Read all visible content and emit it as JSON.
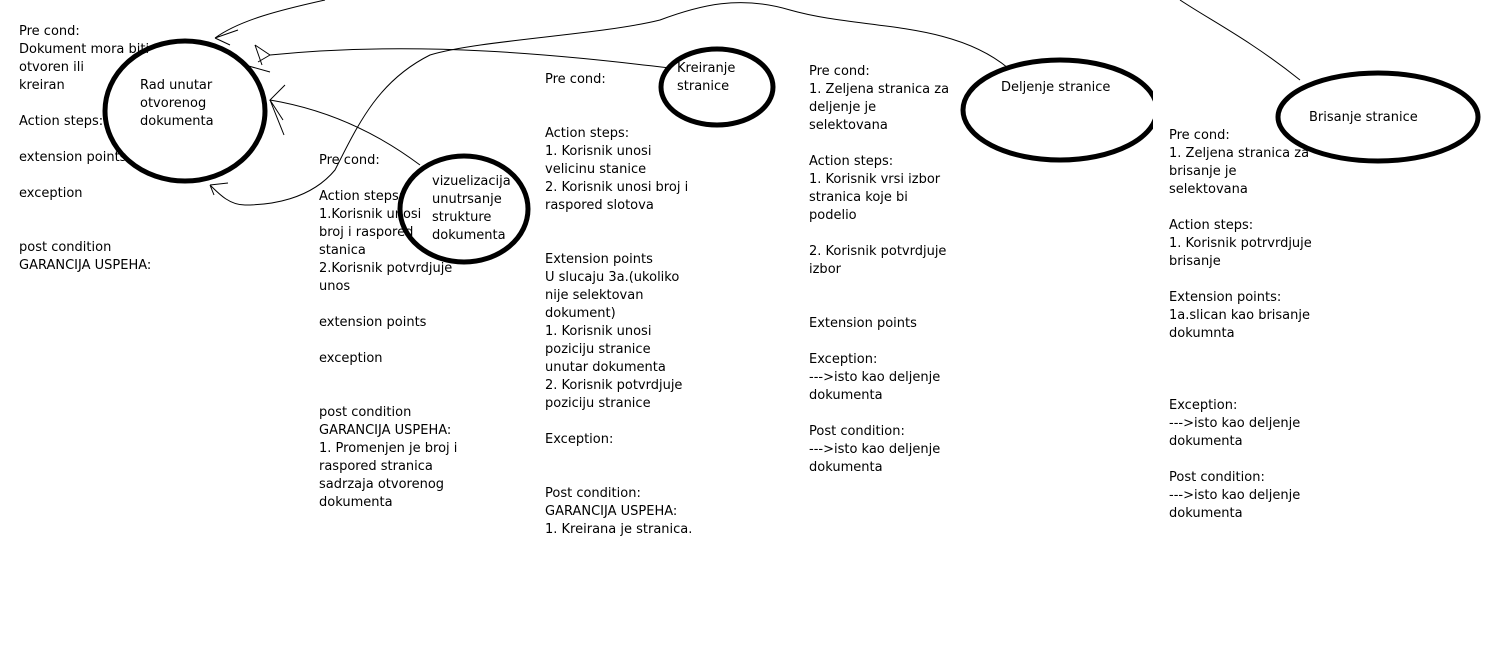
{
  "use_cases": [
    {
      "id": "rad",
      "label": [
        "Rad unutar",
        "otvorenog",
        "dokumenta"
      ]
    },
    {
      "id": "vizuelizacija",
      "label": [
        "vizuelizacija",
        "unutrsanje",
        "strukture",
        "dokumenta"
      ]
    },
    {
      "id": "kreiranje",
      "label": [
        "Kreiranje",
        "stranice"
      ]
    },
    {
      "id": "deljenje",
      "label": [
        "Deljenje stranice"
      ]
    },
    {
      "id": "brisanje",
      "label": [
        "Brisanje stranice"
      ]
    }
  ],
  "descriptions": {
    "rad": [
      "Pre cond:",
      "Dokument mora biti",
      "otvoren ili",
      "kreiran",
      "",
      "Action steps:",
      "",
      "extension points",
      "",
      "exception",
      "",
      "",
      "post condition",
      "GARANCIJA USPEHA:"
    ],
    "vizuelizacija": [
      "Pre cond:",
      "",
      "Action steps:",
      "1.Korisnik unosi",
      "broj i raspored",
      "stanica",
      "2.Korisnik potvrdjuje",
      "unos",
      "",
      "extension points",
      "",
      "exception",
      "",
      "",
      "post condition",
      "GARANCIJA USPEHA:",
      "1. Promenjen je broj i",
      "raspored stranica",
      "sadrzaja otvorenog",
      "dokumenta"
    ],
    "kreiranje": [
      "Pre cond:",
      "",
      "",
      "Action steps:",
      "1. Korisnik unosi",
      "velicinu stanice",
      "2. Korisnik unosi broj i",
      "raspored slotova",
      "",
      "",
      "Extension points",
      "U slucaju 3a.(ukoliko",
      "nije selektovan",
      "dokument)",
      "1. Korisnik unosi",
      "poziciju stranice",
      "unutar dokumenta",
      "2. Korisnik potvrdjuje",
      "poziciju stranice",
      "",
      "Exception:",
      "",
      "",
      "Post condition:",
      "GARANCIJA USPEHA:",
      "1. Kreirana je stranica."
    ],
    "deljenje": [
      "Pre cond:",
      "1. Zeljena stranica za",
      "deljenje je",
      "selektovana",
      "",
      "Action steps:",
      "1. Korisnik vrsi izbor",
      "stranica koje bi",
      "podelio",
      "",
      "2. Korisnik potvrdjuje",
      "izbor",
      "",
      "",
      "Extension points",
      "",
      "Exception:",
      "--->isto kao deljenje",
      "dokumenta",
      "",
      "Post condition:",
      "--->isto kao deljenje",
      "dokumenta"
    ],
    "brisanje": [
      "Pre cond:",
      "1. Zeljena stranica za",
      "brisanje je",
      "selektovana",
      "",
      "Action steps:",
      "1. Korisnik potrvrdjuje",
      "brisanje",
      "",
      "Extension points:",
      "1a.slican kao brisanje",
      "dokumnta",
      "",
      "",
      "",
      "Exception:",
      "--->isto kao deljenje",
      "dokumenta",
      "",
      "Post condition:",
      "--->isto kao deljenje",
      "dokumenta"
    ]
  }
}
